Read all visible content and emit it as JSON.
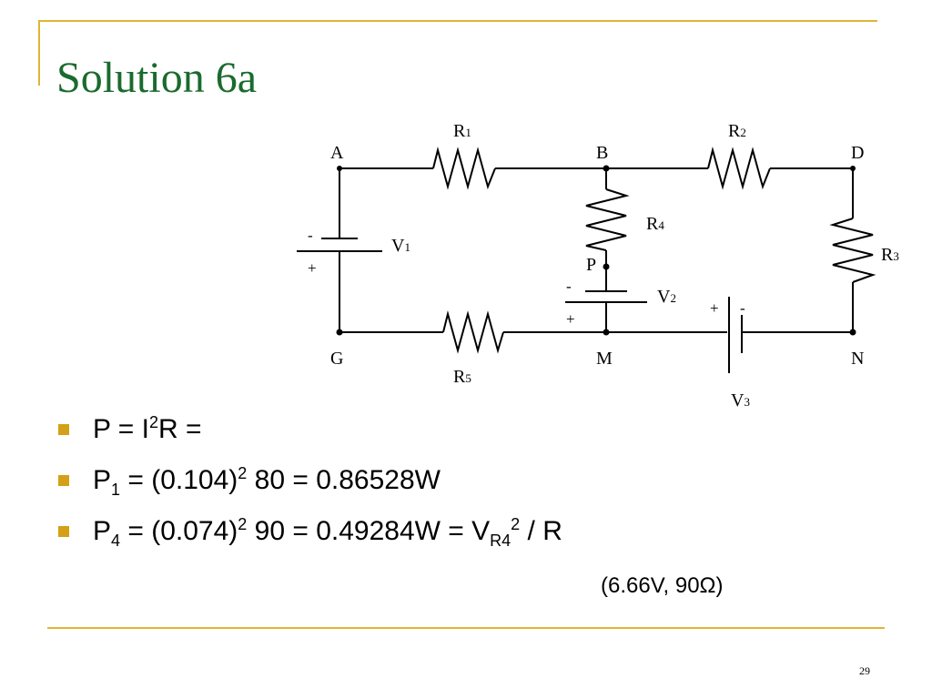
{
  "slide": {
    "title": "Solution 6a",
    "page_number": "29",
    "accent_color": "#e0b535",
    "title_color": "#1a6b2e"
  },
  "circuit": {
    "nodes": {
      "a": "A",
      "b": "B",
      "d": "D",
      "p": "P",
      "g": "G",
      "m": "M",
      "n": "N"
    },
    "resistors": {
      "r1": {
        "main": "R",
        "sub": "1"
      },
      "r2": {
        "main": "R",
        "sub": "2"
      },
      "r3": {
        "main": "R",
        "sub": "3"
      },
      "r4": {
        "main": "R",
        "sub": "4"
      },
      "r5": {
        "main": "R",
        "sub": "5"
      }
    },
    "sources": {
      "v1": {
        "main": "V",
        "sub": "1",
        "minus": "-",
        "plus": "+"
      },
      "v2": {
        "main": "V",
        "sub": "2",
        "minus": "-",
        "plus": "+"
      },
      "v3": {
        "main": "V",
        "sub": "3",
        "minus": "-",
        "plus": "+"
      }
    }
  },
  "bullets": [
    {
      "p": "P",
      "eq": " = I",
      "sq": "2",
      "rest": "R ="
    },
    {
      "p": "P",
      "sub": "1",
      "eq": " = (0.104)",
      "sq": "2",
      "rest": " 80 = 0.86528W"
    },
    {
      "p": "P",
      "sub": "4",
      "eq": " = (0.074)",
      "sq": "2",
      "rest": " 90 = 0.49284W = V",
      "vsub": "R4",
      "vsq": "2",
      "tail": " / R"
    }
  ],
  "note": "(6.66V, 90Ω)"
}
